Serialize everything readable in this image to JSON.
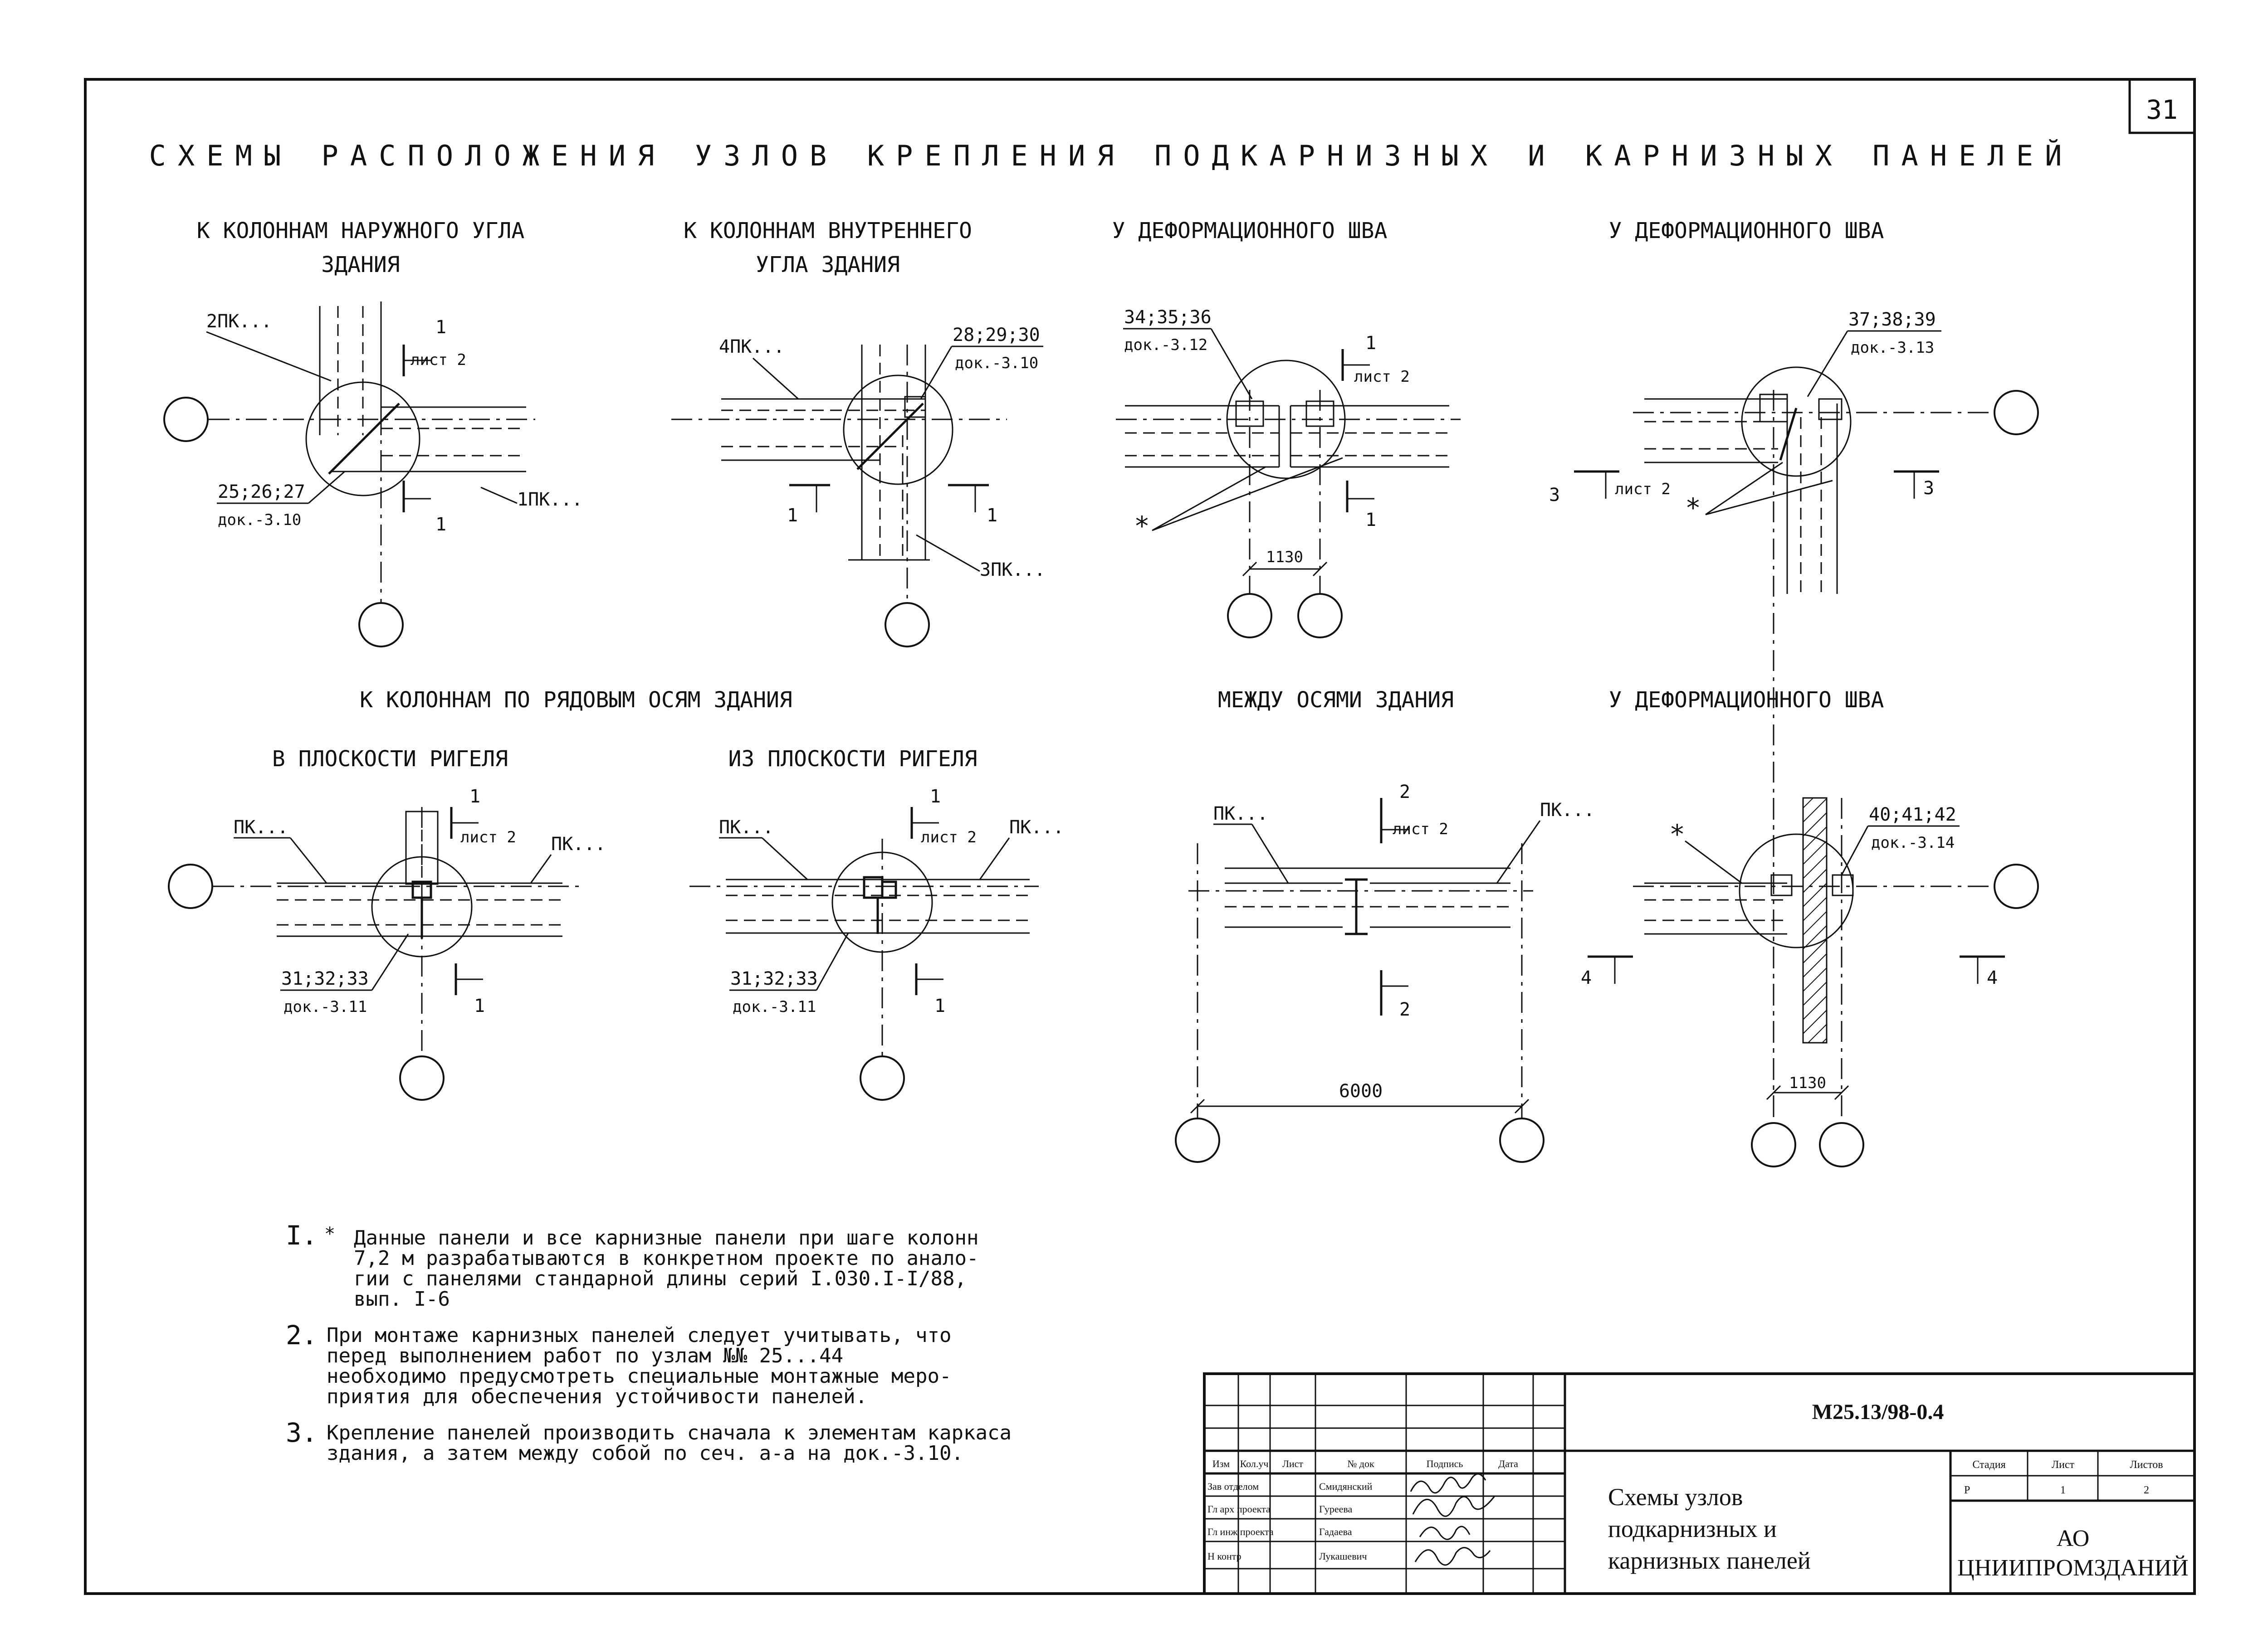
{
  "sheet_number": "31",
  "main_title": "СХЕМЫ РАСПОЛОЖЕНИЯ УЗЛОВ КРЕПЛЕНИЯ ПОДКАРНИЗНЫХ И КАРНИЗНЫХ ПАНЕЛЕЙ",
  "sections": {
    "outer_corner": {
      "line1": "К КОЛОННАМ НАРУЖНОГО УГЛА",
      "line2": "ЗДАНИЯ",
      "panel_a": "2ПК...",
      "panel_b": "1ПК...",
      "nodes": "25;26;27",
      "doc": "док.-3.10",
      "cut_num": "1",
      "cut_sheet": "лист 2"
    },
    "inner_corner": {
      "line1": "К КОЛОННАМ ВНУТРЕННЕГО",
      "line2": "УГЛА ЗДАНИЯ",
      "panel_a": "4ПК...",
      "panel_b": "3ПК...",
      "nodes": "28;29;30",
      "doc": "док.-3.10",
      "cut_num": "1"
    },
    "expansion_joint_1": {
      "title": "У ДЕФОРМАЦИОННОГО ШВА",
      "nodes": "34;35;36",
      "doc": "док.-3.12",
      "cut_num": "1",
      "cut_sheet": "лист 2",
      "star": "*",
      "dim": "1130"
    },
    "expansion_joint_2": {
      "title": "У ДЕФОРМАЦИОННОГО ШВА",
      "nodes": "37;38;39",
      "doc": "док.-3.13",
      "cut_num": "3",
      "cut_sheet": "лист 2",
      "star": "*"
    },
    "row_axes": {
      "title": "К КОЛОННАМ ПО РЯДОВЫМ ОСЯМ   ЗДАНИЯ"
    },
    "in_plane": {
      "title": "В ПЛОСКОСТИ РИГЕЛЯ",
      "panel_a": "ПК...",
      "panel_b": "ПК...",
      "nodes": "31;32;33",
      "doc": "док.-3.11",
      "cut_num": "1",
      "cut_sheet": "лист 2"
    },
    "out_of_plane": {
      "title": "ИЗ ПЛОСКОСТИ РИГЕЛЯ",
      "panel_a": "ПК...",
      "panel_b": "ПК...",
      "nodes": "31;32;33",
      "doc": "док.-3.11",
      "cut_num": "1",
      "cut_sheet": "лист 2"
    },
    "between_axes": {
      "title": "МЕЖДУ ОСЯМИ ЗДАНИЯ",
      "panel_a": "ПК...",
      "panel_b": "ПК...",
      "cut_num": "2",
      "cut_sheet": "лист 2",
      "dim": "6000"
    },
    "expansion_joint_3": {
      "title": "У ДЕФОРМАЦИОННОГО ШВА",
      "nodes": "40;41;42",
      "doc": "док.-3.14",
      "cut_num": "4",
      "star": "*",
      "dim": "1130"
    }
  },
  "notes": [
    {
      "num": "I.",
      "mark": "*",
      "lines": [
        "Данные панели и все карнизные панели при шаге колонн",
        "7,2 м разрабатываются в конкретном проекте по анало-",
        "гии с панелями стандарной длины серий I.030.I-I/88,",
        "вып. I-6"
      ]
    },
    {
      "num": "2.",
      "lines": [
        "При монтаже карнизных панелей следует учитывать, что",
        "перед выполнением работ по узлам №№ 25...44",
        "необходимо предусмотреть специальные монтажные меро-",
        "приятия для обеспечения устойчивости панелей."
      ]
    },
    {
      "num": "3.",
      "lines": [
        "Крепление панелей производить сначала к элементам каркаса",
        "здания, а затем между собой по сеч. а-а на док.-3.10."
      ]
    }
  ],
  "title_block": {
    "doc_code": "М25.13/98-0.4",
    "col_headers": [
      "Изм",
      "Кол.уч",
      "Лист",
      "№ док",
      "Подпись",
      "Дата"
    ],
    "roles": [
      {
        "role": "Зав отделом",
        "name": "Смидянский"
      },
      {
        "role": "Гл арх проекта",
        "name": "Гуреева"
      },
      {
        "role": "Гл инж проекта",
        "name": "Гадаева"
      },
      {
        "role": "Н контр",
        "name": "Лукашевич"
      }
    ],
    "title_lines": [
      "Схемы узлов",
      "подкарнизных и",
      "карнизных панелей"
    ],
    "stage_headers": [
      "Стадия",
      "Лист",
      "Листов"
    ],
    "stage_values": [
      "Р",
      "1",
      "2"
    ],
    "org_lines": [
      "АО",
      "ЦНИИПРОМЗДАНИЙ"
    ]
  }
}
